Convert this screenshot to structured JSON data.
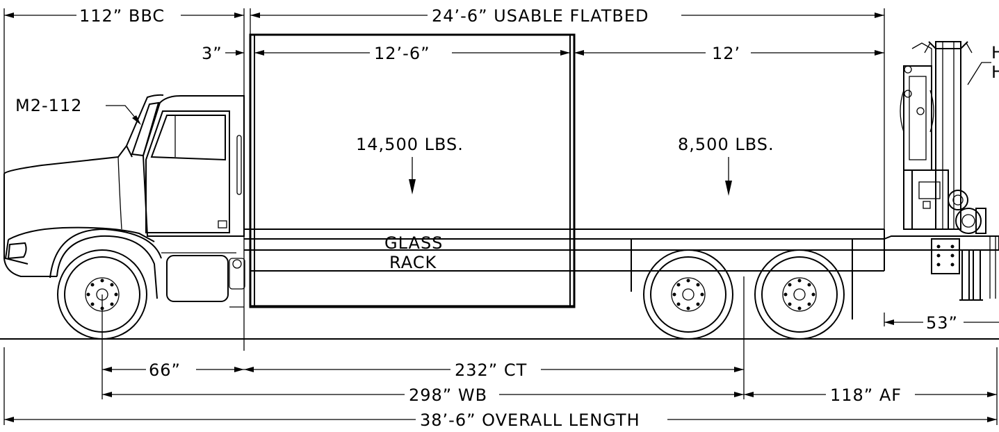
{
  "dimensions": {
    "bbc": "112” BBC",
    "usable_flatbed": "24’-6” USABLE FLATBED",
    "gap": "3”",
    "rack_length": "12’-6”",
    "rear_deck": "12’",
    "front_axle_to_cab": "66”",
    "ct": "232” CT",
    "wb": "298” WB",
    "af": "118” AF",
    "overall": "38’-6” OVERALL LENGTH",
    "crane_base": "53”"
  },
  "labels": {
    "model": "M2-112",
    "rack_load": "14,500 LBS.",
    "rear_load": "8,500 LBS.",
    "rack_line1": "GLASS",
    "rack_line2": "RACK",
    "crane_cut_1": "H",
    "crane_cut_2": "H"
  }
}
